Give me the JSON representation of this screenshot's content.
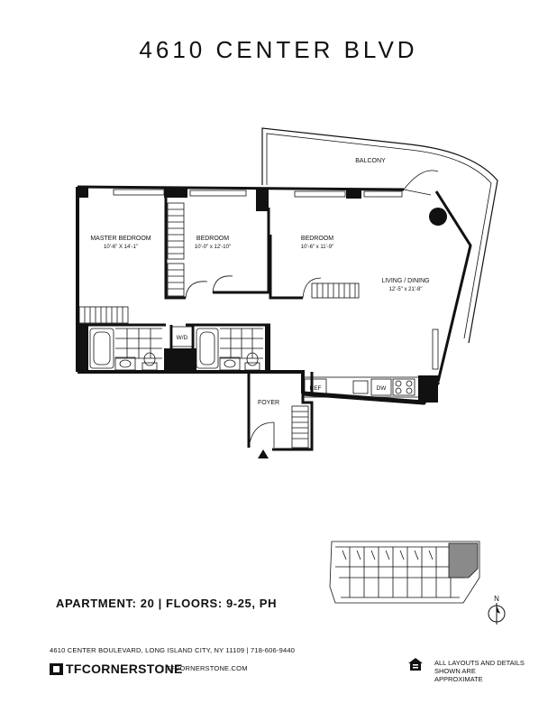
{
  "title": "4610 CENTER BLVD",
  "rooms": {
    "balcony": "BALCONY",
    "master_bedroom": {
      "name": "MASTER BEDROOM",
      "dims": "10'-6\" X 14'-1\""
    },
    "bedroom_2": {
      "name": "BEDROOM",
      "dims": "10'-0\" x 12'-10\""
    },
    "bedroom_3": {
      "name": "BEDROOM",
      "dims": "10'-6\" x 11'-9\""
    },
    "living": {
      "name": "LIVING / DINING",
      "dims": "12'-5\" x 21'-8\""
    },
    "foyer": "FOYER",
    "wd": "W/D",
    "ref": "REF",
    "dw": "DW"
  },
  "compass": "N",
  "apartment_line": "APARTMENT: 20 | FLOORS:  9-25, PH",
  "footer": {
    "address": "4610 CENTER BOULEVARD, LONG ISLAND CITY, NY 11109  |  718-606-9440",
    "brand": "TFCORNERSTONE",
    "website": "|  TFCORNERSTONE.COM",
    "disclaimer_line1": "ALL LAYOUTS AND DETAILS",
    "disclaimer_line2": "SHOWN ARE APPROXIMATE"
  },
  "colors": {
    "ink": "#111111",
    "key_highlight": "#8a8a8a"
  },
  "icons": [
    "entry-arrow-icon",
    "compass-icon",
    "equal-housing-icon",
    "tfc-logo-icon"
  ]
}
